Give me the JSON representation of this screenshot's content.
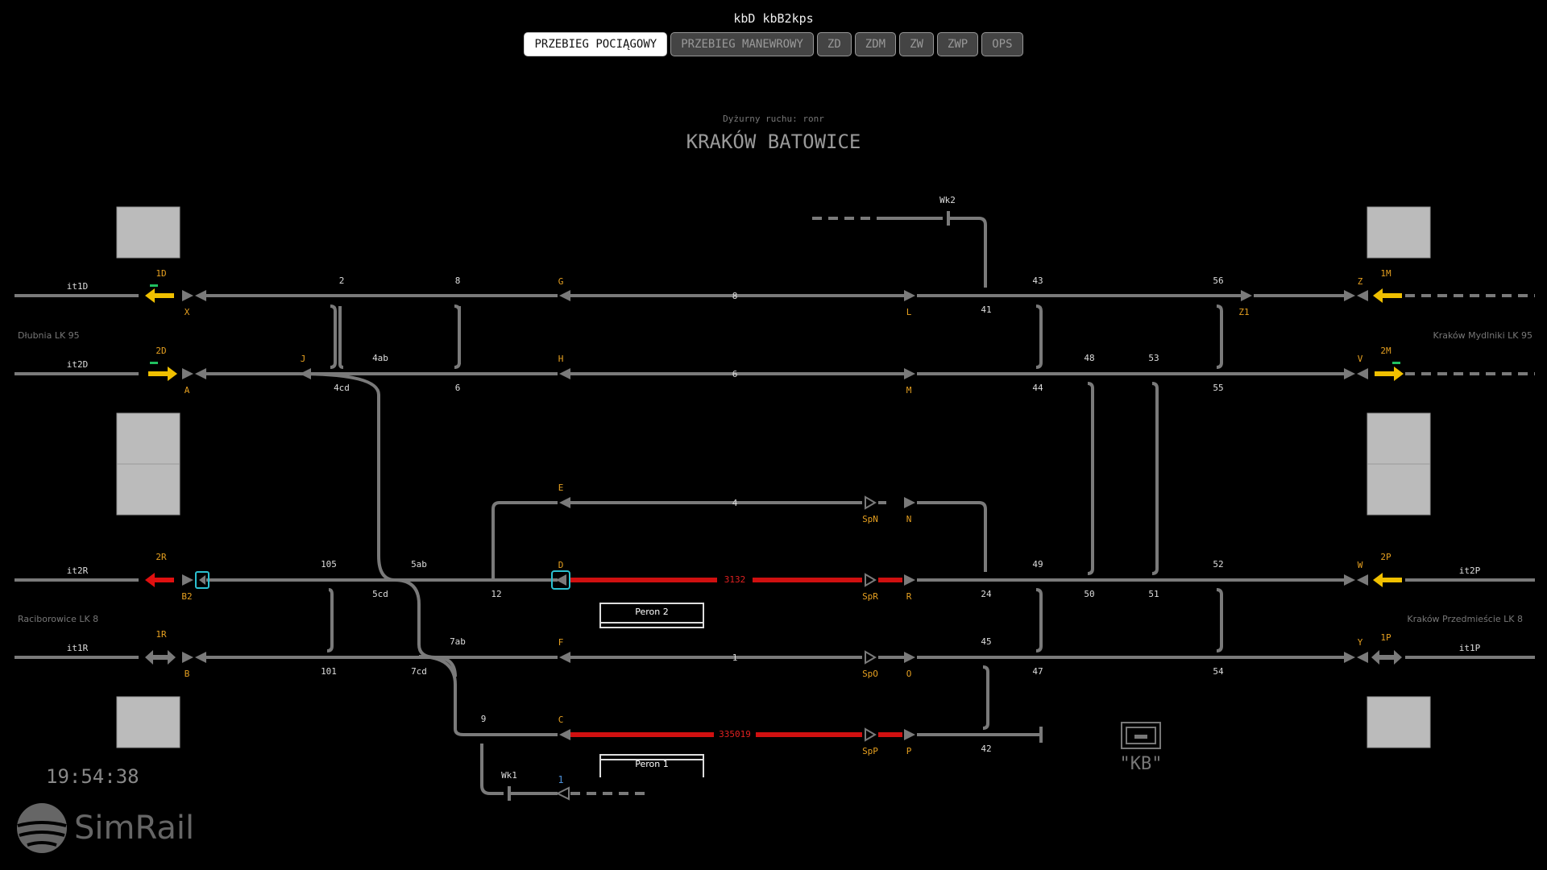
{
  "app_title": "kbD kbB2kps",
  "mode_buttons": [
    {
      "label": "PRZEBIEG POCIĄGOWY",
      "active": true
    },
    {
      "label": "PRZEBIEG MANEWROWY",
      "active": false
    },
    {
      "label": "ZD",
      "active": false
    },
    {
      "label": "ZDM",
      "active": false
    },
    {
      "label": "ZW",
      "active": false
    },
    {
      "label": "ZWP",
      "active": false
    },
    {
      "label": "OPS",
      "active": false
    }
  ],
  "dispatcher": "Dyżurny ruchu: ronr",
  "station_name": "KRAKÓW BATOWICE",
  "clock": "19:54:38",
  "brand": "SimRail",
  "directions": {
    "left_top": "Dłubnia LK 95",
    "right_top": "Kraków Mydlniki LK 95",
    "left_bottom": "Raciborowice LK 8",
    "right_bottom": "Kraków Przedmieście LK 8"
  },
  "line_tracks": {
    "it1D": "it1D",
    "it2D": "it2D",
    "it2R": "it2R",
    "it1R": "it1R",
    "it2P": "it2P",
    "it1P": "it1P"
  },
  "signals": {
    "1D": "1D",
    "2D": "2D",
    "2R": "2R",
    "1R": "1R",
    "1M": "1M",
    "2M": "2M",
    "2P": "2P",
    "1P": "1P",
    "X": "X",
    "A": "A",
    "B2": "B2",
    "B": "B",
    "J": "J",
    "G": "G",
    "H": "H",
    "E": "E",
    "D": "D",
    "F": "F",
    "C": "C",
    "L": "L",
    "M": "M",
    "N": "N",
    "R": "R",
    "O": "O",
    "P": "P",
    "SpN": "SpN",
    "SpR": "SpR",
    "SpO": "SpO",
    "SpP": "SpP",
    "Z": "Z",
    "Z1": "Z1",
    "V": "V",
    "W": "W",
    "Y": "Y"
  },
  "station_tracks": {
    "t8": "8",
    "t6": "6",
    "t4": "4",
    "t1": "1",
    "t1b": "1"
  },
  "train_numbers": {
    "track2": "3132",
    "track3": "335019"
  },
  "switches": {
    "s2": "2",
    "s8": "8",
    "s4ab": "4ab",
    "s4cd": "4cd",
    "s6": "6",
    "s105": "105",
    "s5ab": "5ab",
    "s5cd": "5cd",
    "s12": "12",
    "s101": "101",
    "s7ab": "7ab",
    "s7cd": "7cd",
    "s9": "9",
    "s43": "43",
    "s56": "56",
    "s41": "41",
    "s48": "48",
    "s53": "53",
    "s44": "44",
    "s55": "55",
    "s49": "49",
    "s52": "52",
    "s24": "24",
    "s50": "50",
    "s51": "51",
    "s45": "45",
    "s47": "47",
    "s54": "54",
    "s42": "42"
  },
  "sidings": {
    "wk1": "Wk1",
    "wk2": "Wk2"
  },
  "platforms": {
    "p2": "Peron 2",
    "p1": "Peron 1"
  },
  "kb_label": "\"KB\"",
  "colors": {
    "track": "#7a7a7a",
    "route": "#d01010",
    "signal_yellow": "#f0c000",
    "signal_red": "#e01010",
    "signal_green": "#20c060",
    "label_orange": "#e6a020"
  }
}
